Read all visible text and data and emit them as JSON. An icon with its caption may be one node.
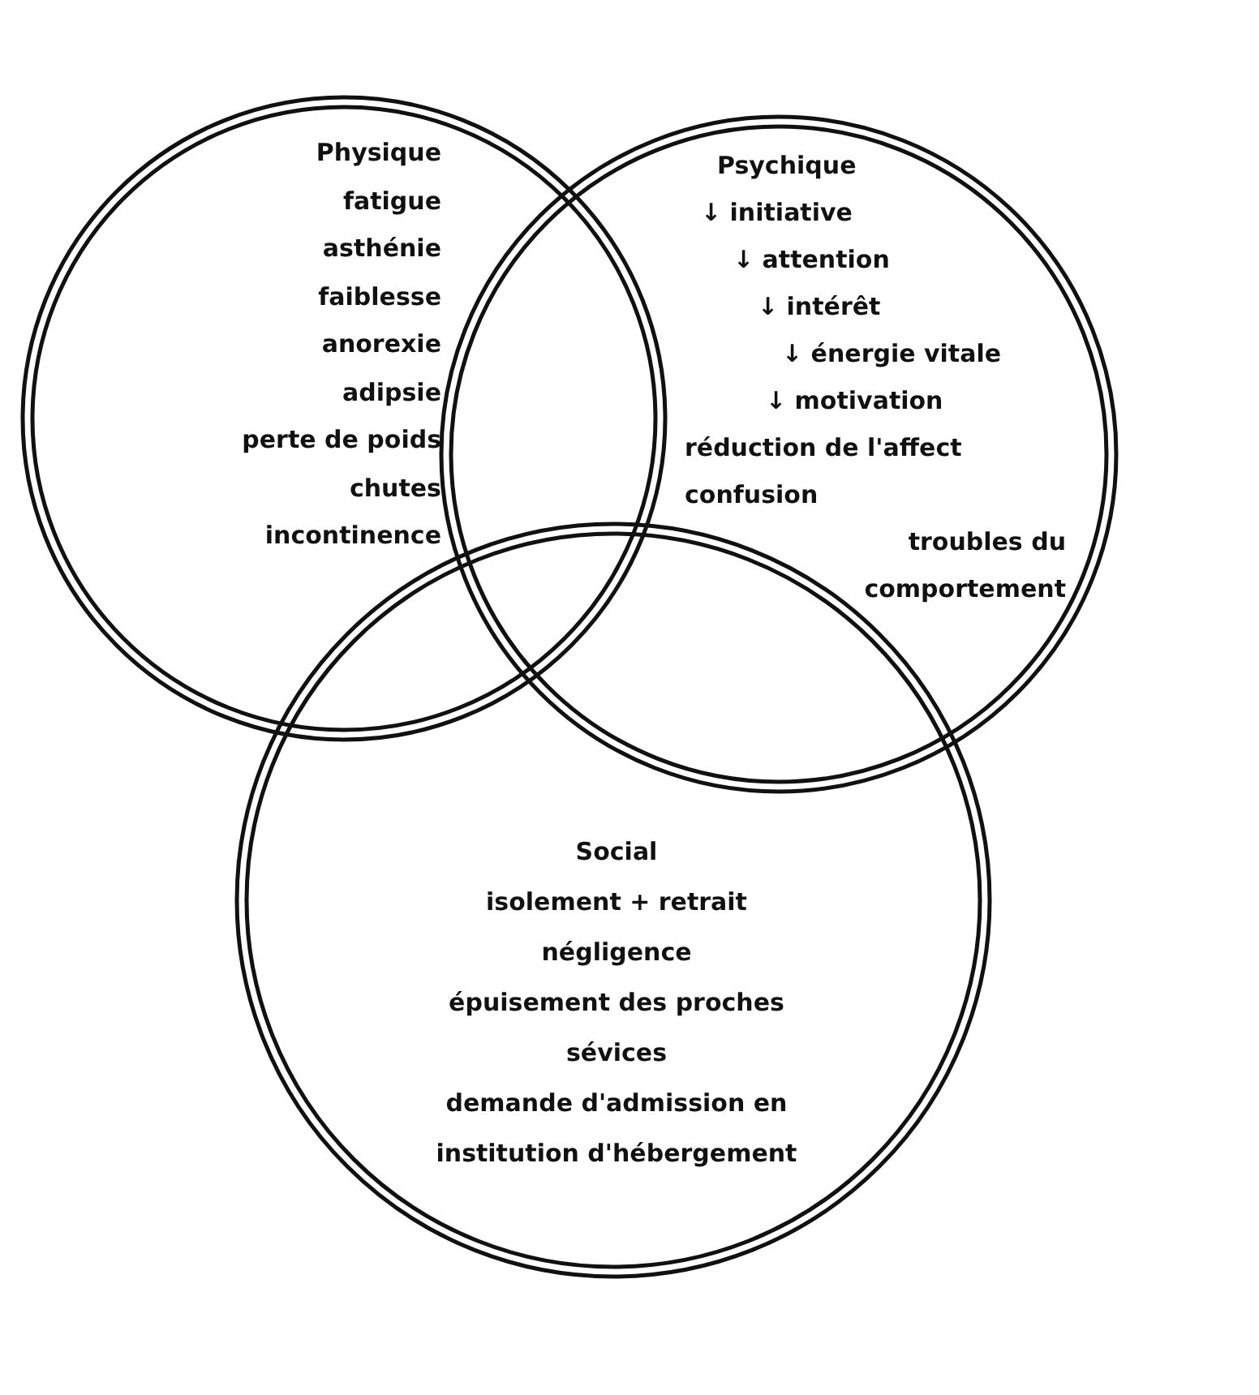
{
  "diagram": {
    "nodes": [
      {
        "text": [
          "Physique",
          "fatigue",
          "asthénie",
          "faiblesse",
          "anorexie",
          "adipsie",
          "perte de poids",
          "chutes",
          "incontinence"
        ]
      },
      {
        "text": [
          "Psychique",
          "↓ initiative",
          "↓ attention",
          "↓ intérêt",
          "↓ énergie vitale",
          "↓ motivation",
          "réduction de l'affect",
          "confusion",
          "troubles du comportement"
        ]
      },
      {
        "text": [
          "Social",
          "isolement + retrait",
          "négligence",
          "épuisement des proches",
          "sévices",
          "demande d'admission en institution d'hébergement"
        ]
      }
    ]
  }
}
